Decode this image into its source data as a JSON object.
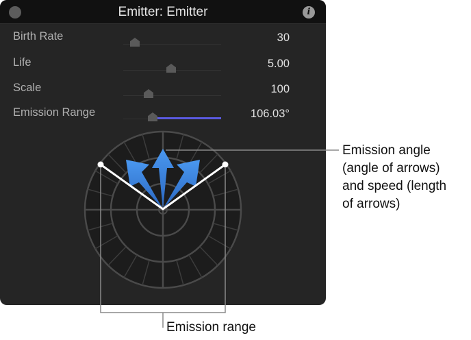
{
  "window": {
    "title": "Emitter: Emitter",
    "close_icon": "circle-close-icon",
    "info_icon": "info-icon",
    "info_glyph": "i"
  },
  "parameters": [
    {
      "label": "Birth Rate",
      "value": "30",
      "slider_pos": 0.12
    },
    {
      "label": "Life",
      "value": "5.00",
      "slider_pos": 0.49
    },
    {
      "label": "Scale",
      "value": "100",
      "slider_pos": 0.26
    },
    {
      "label": "Emission Range",
      "value": "106.03°",
      "slider_pos": 0.3,
      "fill_color": "#5a5ae0"
    }
  ],
  "dial": {
    "emission_range_deg": 106.03,
    "arrow_color": "#3a86e0",
    "arrow_count": 3
  },
  "annotations": {
    "emission_angle": [
      "Emission angle",
      "(angle of arrows)",
      "and speed (length",
      "of arrows)"
    ],
    "emission_range": "Emission range"
  }
}
